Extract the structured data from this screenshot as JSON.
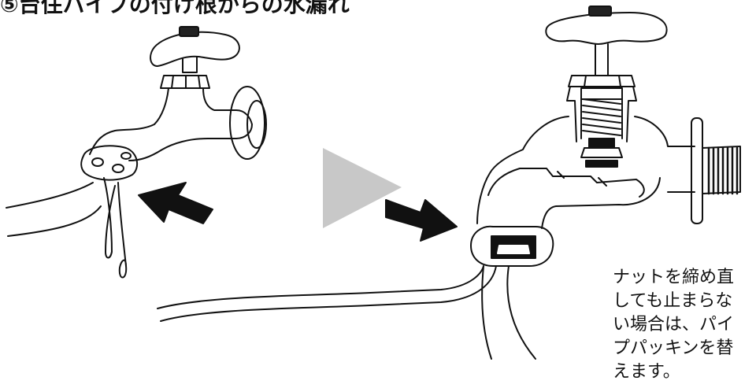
{
  "title": "⑤台住パイプの付け根からの水漏れ",
  "caption_lines": [
    "ナットを締め直",
    "しても止まらな",
    "い場合は、パイ",
    "プパッキンを替",
    "えます。"
  ]
}
